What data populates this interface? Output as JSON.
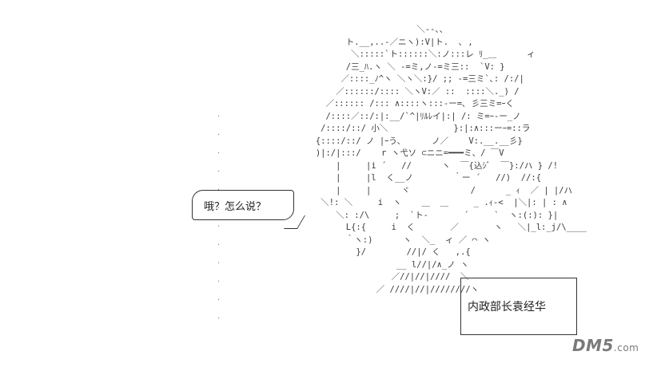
{
  "art_lines": [
    "                                   ＼--、、",
    "                     ト.__,..-／ニヽ):V|ト.  ､ ,",
    "                      ＼:::::`ト::::::＼:ノ:::レ ﾘ_＿      ィ",
    "                     /三_ﾊ.ヽ ＼ -=ミ,ノ-=ミ三::  `V: }",
    "                    ／::::_ﾉ^ヽ ＼ヽ＼:}/ ;; -=三ミ`､: /:/|",
    "                   ／::::::/:::: ＼ヽV:／ ::  ::::＼._) /",
    "                 ／:::::: /::: ∧::::ヽ:::-ー=､ 彡三ミ=ｰく",
    "                 /::::／::/:|:__/`^|ﾘﾙﾚイ|:| /: ミ=ｰ-ー_ノ",
    "                /::::/::/ 小＼             }:|:∧:::ーｰ=::ラ",
    "               {::::/::/ ノ |ｰう､      ノ／    V:.__.__彡}",
    "               )|:/|:::/    r ヽ弋ソ ⊂ニニ=━━━ミ、/ ￣V",
    "                   |     |i ´   //      ヽ  ￣{込ｼﾞ  ￣}:/ハ } /!",
    "                   |     |l  く__ノ        ｀ー ´   //)  //:{",
    "                   |     |      ヾ            /      _ ｨ  ／ | |/ハ",
    "                ＼!: ＼     i  ヽ    ＿  ＿     _ .ｨ-<  |＼|: | : ∧",
    "                   ＼: :/\\     ;  `ト-       ´     `  ヽ:(:): }|",
    "                     L{:{     i  く       ／       ヽ   ＼|_l:_j/\\____",
    "                     ｀ヽ:)      ヽ  ＼_  ィ ／ ⌒ ヽ",
    "                       }/        //|/ く   ,.{",
    "                               __ l//|/∧_ノ ヽ",
    "                              ／//|//|////  ＼",
    "                           ／ ////|//|////////ヽ"
  ],
  "speech_text": "哦？怎么说？",
  "caption_text": "内政部长袁经华",
  "watermark": {
    "main": "DM5",
    "suffix": ".com"
  }
}
